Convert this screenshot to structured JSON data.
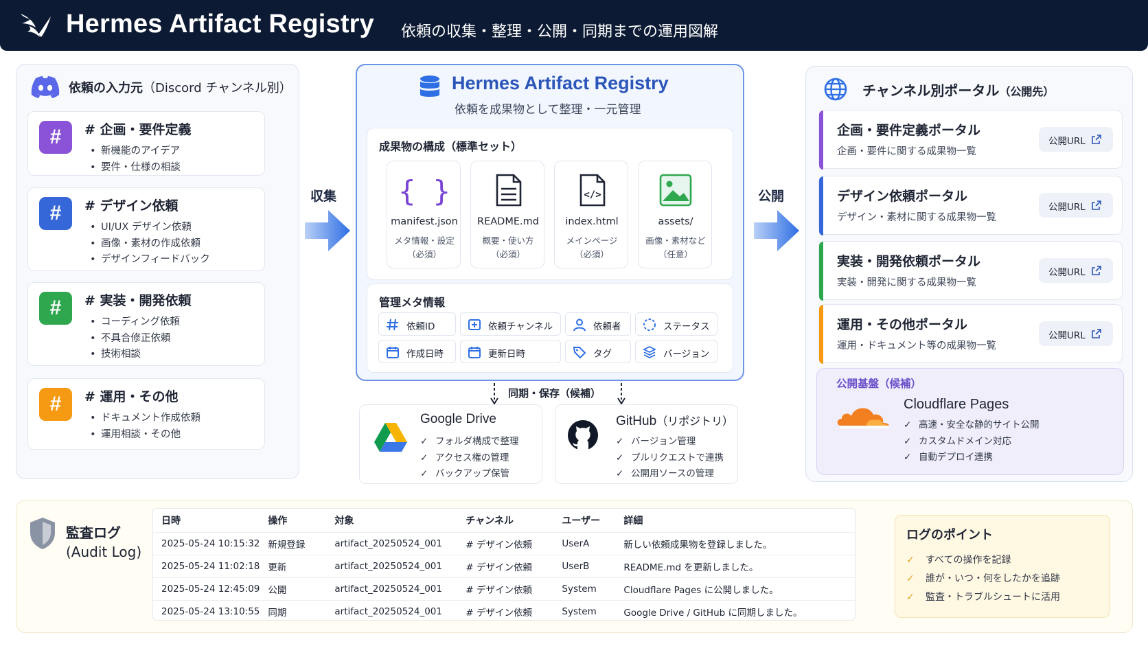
{
  "header": {
    "title": "Hermes Artifact Registry",
    "subtitle": "依頼の収集・整理・公開・同期までの運用図解"
  },
  "sources": {
    "title": "依頼の入力元",
    "title_note": "（Discord チャンネル別）",
    "channels": [
      {
        "name": "# 企画・要件定義",
        "color": "#8a52d6",
        "items": [
          "新機能のアイデア",
          "要件・仕様の相談"
        ]
      },
      {
        "name": "# デザイン依頼",
        "color": "#3567d8",
        "items": [
          "UI/UX デザイン依頼",
          "画像・素材の作成依頼",
          "デザインフィードバック"
        ]
      },
      {
        "name": "# 実装・開発依頼",
        "color": "#2fa74e",
        "items": [
          "コーディング依頼",
          "不具合修正依頼",
          "技術相談"
        ]
      },
      {
        "name": "# 運用・その他",
        "color": "#f59a12",
        "items": [
          "ドキュメント作成依頼",
          "運用相談・その他"
        ]
      }
    ],
    "channel_symbol": "#"
  },
  "arrows": {
    "collect": "収集",
    "publish": "公開"
  },
  "registry": {
    "title": "Hermes Artifact Registry",
    "subtitle": "依頼を成果物として整理・一元管理",
    "composition_title": "成果物の構成（標準セット）",
    "files": [
      {
        "name": "manifest.json",
        "desc1": "メタ情報・設定",
        "desc2": "（必須）",
        "icon": "braces-icon"
      },
      {
        "name": "README.md",
        "desc1": "概要・使い方",
        "desc2": "（必須）",
        "icon": "document-icon"
      },
      {
        "name": "index.html",
        "desc1": "メインページ",
        "desc2": "（必須）",
        "icon": "code-file-icon"
      },
      {
        "name": "assets/",
        "desc1": "画像・素材など",
        "desc2": "（任意）",
        "icon": "image-icon"
      }
    ],
    "meta_title": "管理メタ情報",
    "meta": [
      "依頼ID",
      "依頼チャンネル",
      "依頼者",
      "ステータス",
      "作成日時",
      "更新日時",
      "タグ",
      "バージョン"
    ]
  },
  "sync": {
    "label": "同期・保存（候補）",
    "google_drive": {
      "title": "Google Drive",
      "items": [
        "フォルダ構成で整理",
        "アクセス権の管理",
        "バックアップ保管"
      ]
    },
    "github": {
      "title": "GitHub",
      "title_note": "（リポジトリ）",
      "items": [
        "バージョン管理",
        "プルリクエストで連携",
        "公開用ソースの管理"
      ]
    }
  },
  "portals": {
    "title": "チャンネル別ポータル",
    "title_note": "（公開先）",
    "url_label": "公開URL",
    "items": [
      {
        "title": "企画・要件定義ポータル",
        "desc": "企画・要件に関する成果物一覧",
        "color": "#8a52d6"
      },
      {
        "title": "デザイン依頼ポータル",
        "desc": "デザイン・素材に関する成果物一覧",
        "color": "#3567d8"
      },
      {
        "title": "実装・開発依頼ポータル",
        "desc": "実装・開発に関する成果物一覧",
        "color": "#2fa74e"
      },
      {
        "title": "運用・その他ポータル",
        "desc": "運用・ドキュメント等の成果物一覧",
        "color": "#f59a12"
      }
    ],
    "platform_head": "公開基盤（候補）",
    "platform": {
      "title": "Cloudflare Pages",
      "items": [
        "高速・安全な静的サイト公開",
        "カスタムドメイン対応",
        "自動デプロイ連携"
      ]
    }
  },
  "audit": {
    "title_line1": "監査ログ",
    "title_line2": "(Audit Log)",
    "columns": [
      "日時",
      "操作",
      "対象",
      "チャンネル",
      "ユーザー",
      "詳細"
    ],
    "rows": [
      [
        "2025-05-24 10:15:32",
        "新規登録",
        "artifact_20250524_001",
        "# デザイン依頼",
        "UserA",
        "新しい依頼成果物を登録しました。"
      ],
      [
        "2025-05-24 11:02:18",
        "更新",
        "artifact_20250524_001",
        "# デザイン依頼",
        "UserB",
        "README.md を更新しました。"
      ],
      [
        "2025-05-24 12:45:09",
        "公開",
        "artifact_20250524_001",
        "# デザイン依頼",
        "System",
        "Cloudflare Pages に公開しました。"
      ],
      [
        "2025-05-24 13:10:55",
        "同期",
        "artifact_20250524_001",
        "# デザイン依頼",
        "System",
        "Google Drive / GitHub に同期しました。"
      ]
    ],
    "points_title": "ログのポイント",
    "points": [
      "すべての操作を記録",
      "誰が・いつ・何をしたかを追跡",
      "監査・トラブルシュートに活用"
    ]
  }
}
